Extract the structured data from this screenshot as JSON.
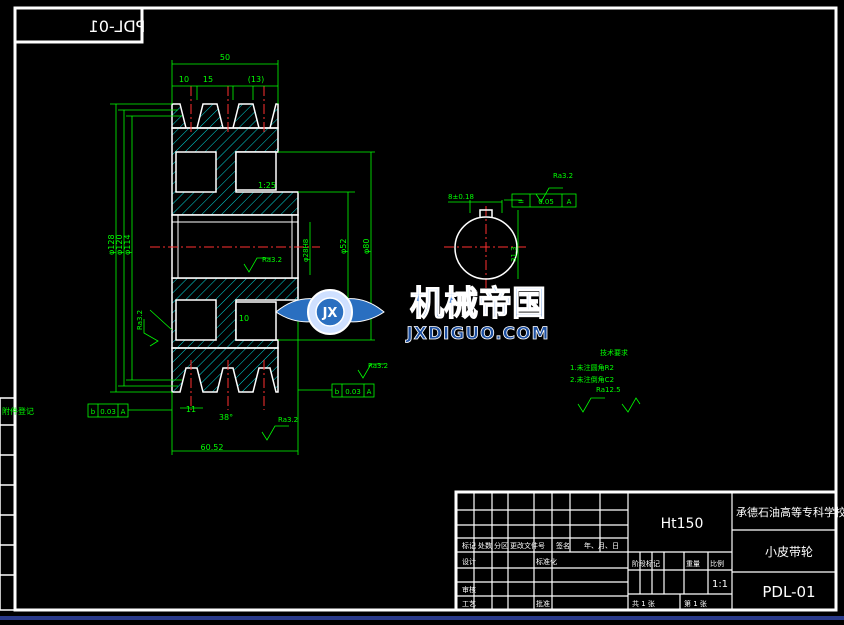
{
  "drawing": {
    "code_mirrored": "PDL-01",
    "dims": {
      "top_width": "50",
      "groove_pitch_1": "10",
      "groove_pitch_2": "15",
      "groove_pitch_3": "(13)",
      "taper": "1:25",
      "dia_outer": "φ128",
      "dia_2": "φ120",
      "dia_3": "φ114",
      "dia_bore": "φ28H8",
      "dia_hub": "φ52",
      "dia_bore2": "φ80",
      "hub_inner": "10",
      "web_gap": "11",
      "angle": "38°",
      "total_length": "60.52",
      "rough_1": "Ra3.2",
      "rough_2": "Ra3.2",
      "rough_3": "Ra3.2",
      "rough_4": "Ra3.2",
      "rough_left": "Ra3.2"
    },
    "tolerances": {
      "runout_left": [
        "b",
        "0.03",
        "A"
      ],
      "runout_right": [
        "b",
        "0.03",
        "A"
      ],
      "key_parallel": [
        "=",
        "0.05",
        "A"
      ]
    },
    "keyway": {
      "width": "8±0.18",
      "depth": "31.3",
      "rough": "Ra3.2"
    },
    "notes": {
      "title": "技术要求",
      "items": [
        "1.未注圆角R2",
        "2.未注倒角C2"
      ],
      "rough_general": "Ra12.5"
    },
    "title_block": {
      "material": "Ht150",
      "school": "承德石油高等专科学校",
      "part_name": "小皮带轮",
      "code": "PDL-01",
      "scale": "1:1",
      "row_labels": [
        "标记",
        "处数",
        "分区",
        "更改文件号",
        "签名",
        "年、月、日"
      ],
      "labels": [
        "设计",
        "标准化",
        "审核",
        "工艺",
        "批准",
        "阶段标记",
        "重量",
        "比例",
        "共 1 张",
        "第 1 张"
      ]
    },
    "left_block": {
      "label": "附件登记"
    }
  },
  "watermark": {
    "cn": "机械帝国",
    "en": "JXDIGUO.COM",
    "emblem": "JX"
  },
  "colors": {
    "background": "#000000",
    "frame": "#ffffff",
    "geometry": "#ffffff",
    "dimension": "#00ff00",
    "center_line": "#ff0000",
    "hatch": "#00e0e0",
    "title_block": "#ffffff",
    "watermark_blue": "#2a6fc0"
  }
}
